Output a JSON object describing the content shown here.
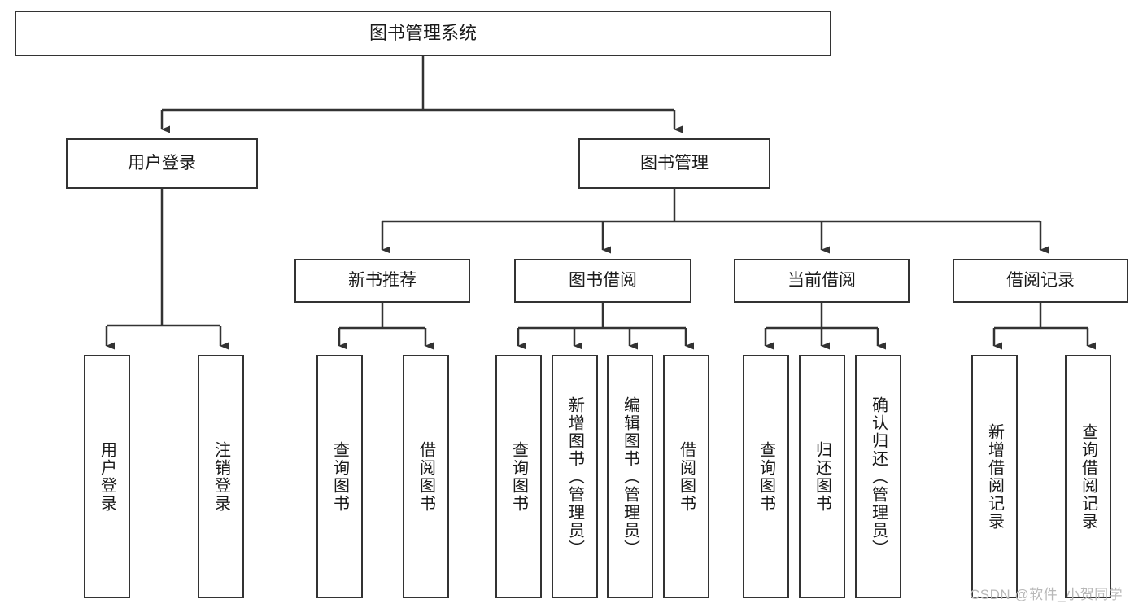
{
  "diagram": {
    "type": "tree",
    "title": "图书管理系统",
    "watermark": "CSDN @软件_小贺同学",
    "colors": {
      "box_border": "#333333",
      "box_fill": "#ffffff",
      "connector": "#333333",
      "text": "#1a1a1a",
      "watermark": "#b8b8b8"
    },
    "nodes": {
      "root": {
        "label": "图书管理系统"
      },
      "level2": [
        {
          "label": "用户登录"
        },
        {
          "label": "图书管理"
        }
      ],
      "level3": [
        {
          "label": "新书推荐"
        },
        {
          "label": "图书借阅"
        },
        {
          "label": "当前借阅"
        },
        {
          "label": "借阅记录"
        }
      ],
      "leaves": {
        "user_login": [
          {
            "label": "用户登录"
          },
          {
            "label": "注销登录"
          }
        ],
        "new_book": [
          {
            "label": "查询图书"
          },
          {
            "label": "借阅图书"
          }
        ],
        "book_borrow": [
          {
            "label": "查询图书"
          },
          {
            "label": "新增图书（管理员）"
          },
          {
            "label": "编辑图书（管理员）"
          },
          {
            "label": "借阅图书"
          }
        ],
        "current_borrow": [
          {
            "label": "查询图书"
          },
          {
            "label": "归还图书"
          },
          {
            "label": "确认归还（管理员）"
          }
        ],
        "borrow_record": [
          {
            "label": "新增借阅记录"
          },
          {
            "label": "查询借阅记录"
          }
        ]
      }
    }
  }
}
